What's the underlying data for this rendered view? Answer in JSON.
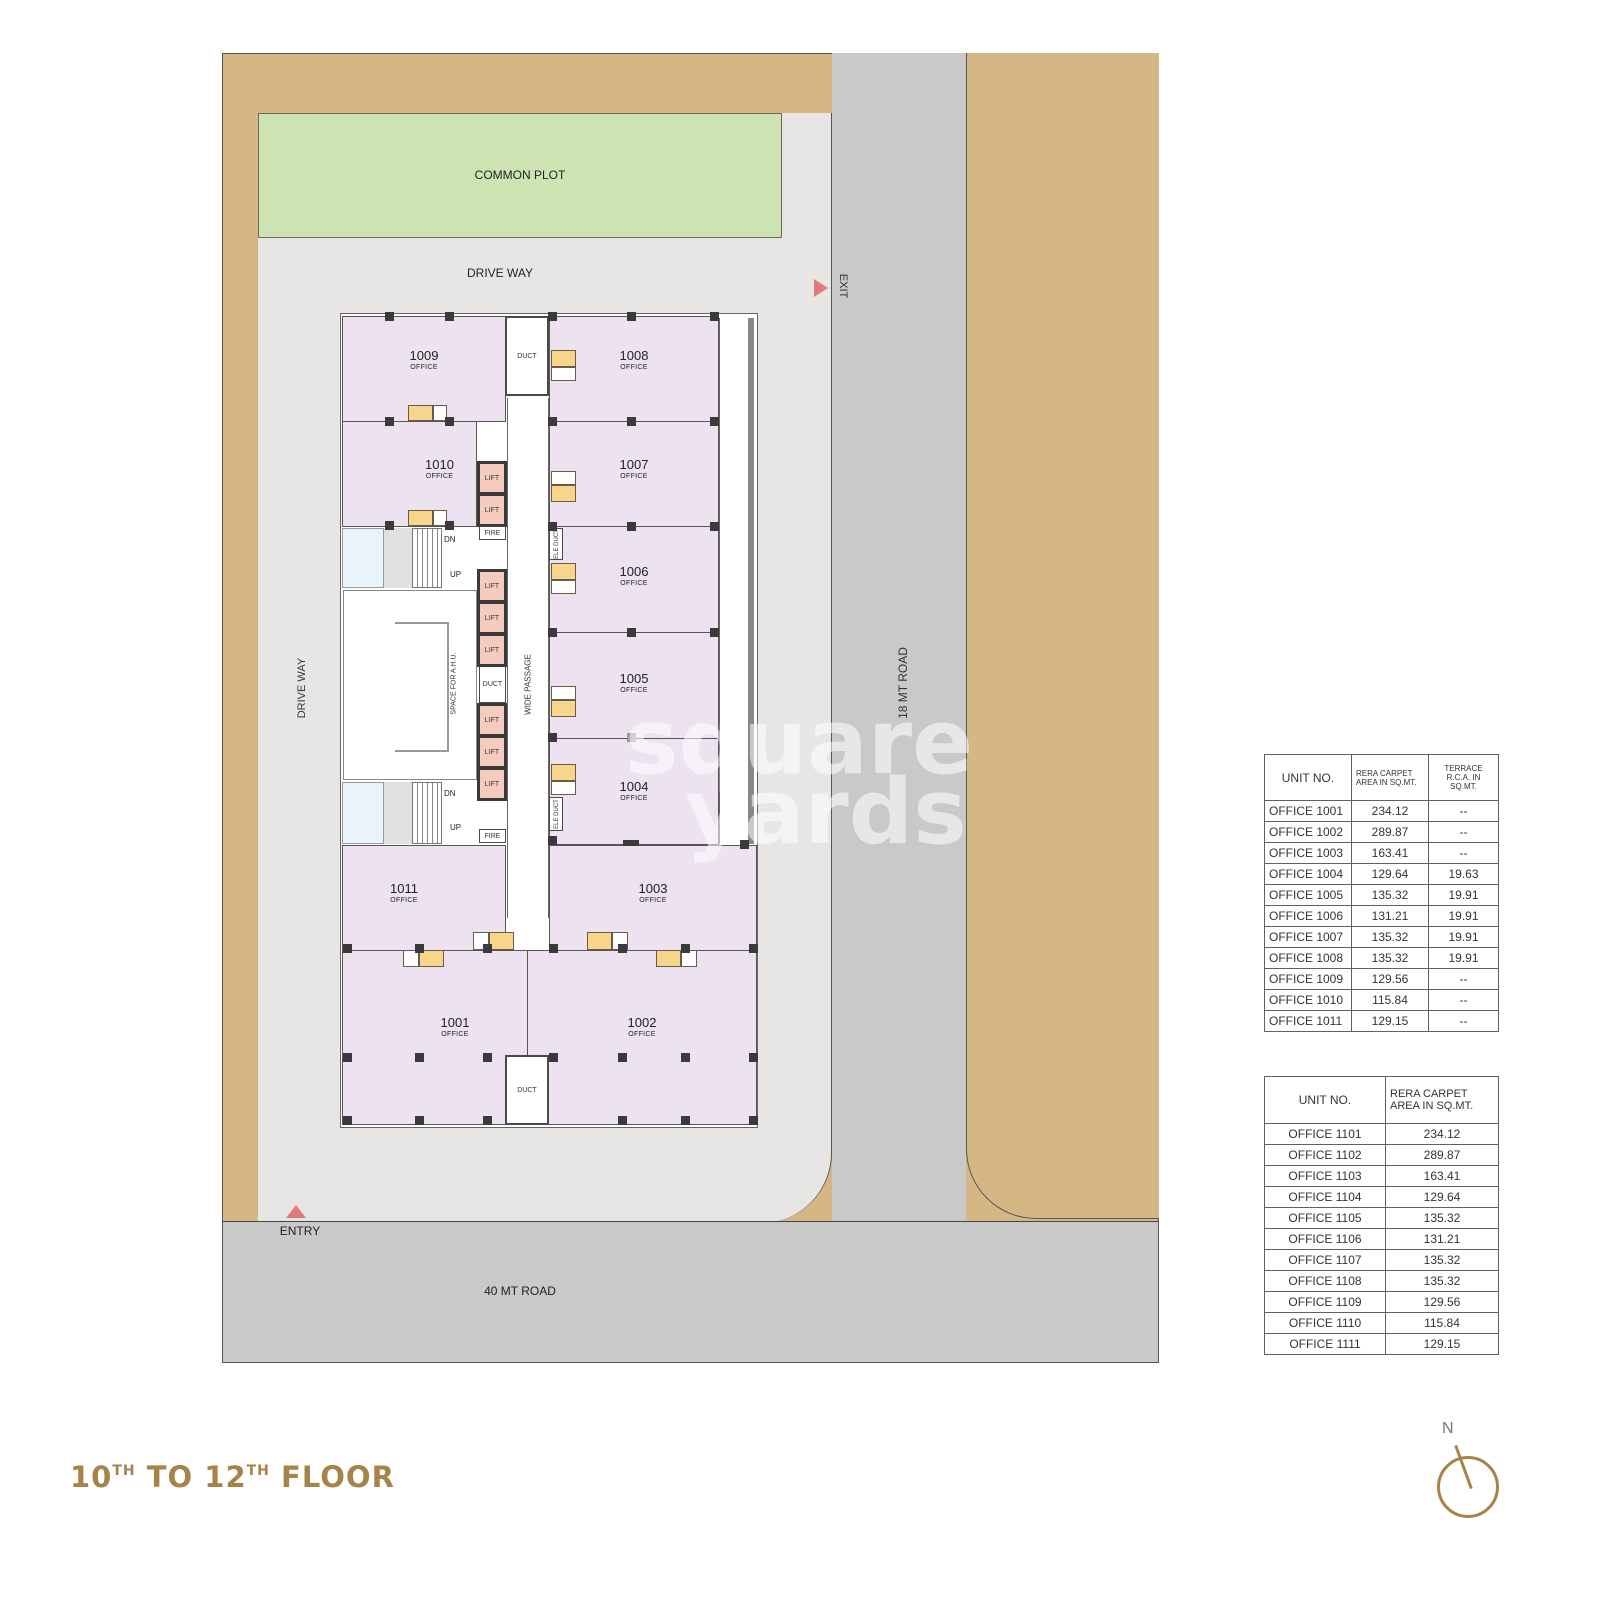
{
  "title": {
    "prefix": "10",
    "sup1": "TH",
    "mid": " TO 12",
    "sup2": "TH",
    "suffix": " FLOOR"
  },
  "labels": {
    "common_plot": "COMMON PLOT",
    "drive_way_top": "DRIVE WAY",
    "drive_way_left": "DRIVE WAY",
    "exit": "EXIT",
    "entry": "ENTRY",
    "road_40": "40 MT ROAD",
    "road_18": "18 MT ROAD",
    "wide_passage": "WIDE PASSAGE",
    "ahu": "SPACE FOR A.H.U.",
    "duct": "DUCT",
    "lift": "LIFT",
    "fire": "FIRE",
    "ele_duct": "ELE DUCT",
    "dn": "DN",
    "up": "UP",
    "office": "OFFICE",
    "north": "N"
  },
  "units": {
    "u1001": "1001",
    "u1002": "1002",
    "u1003": "1003",
    "u1004": "1004",
    "u1005": "1005",
    "u1006": "1006",
    "u1007": "1007",
    "u1008": "1008",
    "u1009": "1009",
    "u1010": "1010",
    "u1011": "1011"
  },
  "table1": {
    "headers": [
      "UNIT NO.",
      "RERA CARPET AREA IN SQ.MT.",
      "TERRACE R.C.A. IN SQ.MT."
    ],
    "rows": [
      [
        "OFFICE 1001",
        "234.12",
        "--"
      ],
      [
        "OFFICE 1002",
        "289.87",
        "--"
      ],
      [
        "OFFICE 1003",
        "163.41",
        "--"
      ],
      [
        "OFFICE 1004",
        "129.64",
        "19.63"
      ],
      [
        "OFFICE 1005",
        "135.32",
        "19.91"
      ],
      [
        "OFFICE 1006",
        "131.21",
        "19.91"
      ],
      [
        "OFFICE 1007",
        "135.32",
        "19.91"
      ],
      [
        "OFFICE 1008",
        "135.32",
        "19.91"
      ],
      [
        "OFFICE 1009",
        "129.56",
        "--"
      ],
      [
        "OFFICE 1010",
        "115.84",
        "--"
      ],
      [
        "OFFICE 1011",
        "129.15",
        "--"
      ]
    ]
  },
  "table2": {
    "headers": [
      "UNIT NO.",
      "RERA CARPET AREA IN SQ.MT."
    ],
    "rows": [
      [
        "OFFICE 1101",
        "234.12"
      ],
      [
        "OFFICE 1102",
        "289.87"
      ],
      [
        "OFFICE 1103",
        "163.41"
      ],
      [
        "OFFICE 1104",
        "129.64"
      ],
      [
        "OFFICE 1105",
        "135.32"
      ],
      [
        "OFFICE 1106",
        "131.21"
      ],
      [
        "OFFICE 1107",
        "135.32"
      ],
      [
        "OFFICE 1108",
        "135.32"
      ],
      [
        "OFFICE 1109",
        "129.56"
      ],
      [
        "OFFICE 1110",
        "115.84"
      ],
      [
        "OFFICE 1111",
        "129.15"
      ]
    ]
  },
  "watermark": {
    "line1": "square",
    "line2": "yards"
  },
  "colors": {
    "setback": "#d4b784",
    "green": "#cde3b2",
    "drive": "#e7e6e4",
    "road": "#c9c9c9",
    "office": "#ede2ef",
    "lift": "#f5cbbd",
    "toilet": "#f7d58a",
    "title": "#a68448",
    "arrow": "#e07b7b"
  }
}
